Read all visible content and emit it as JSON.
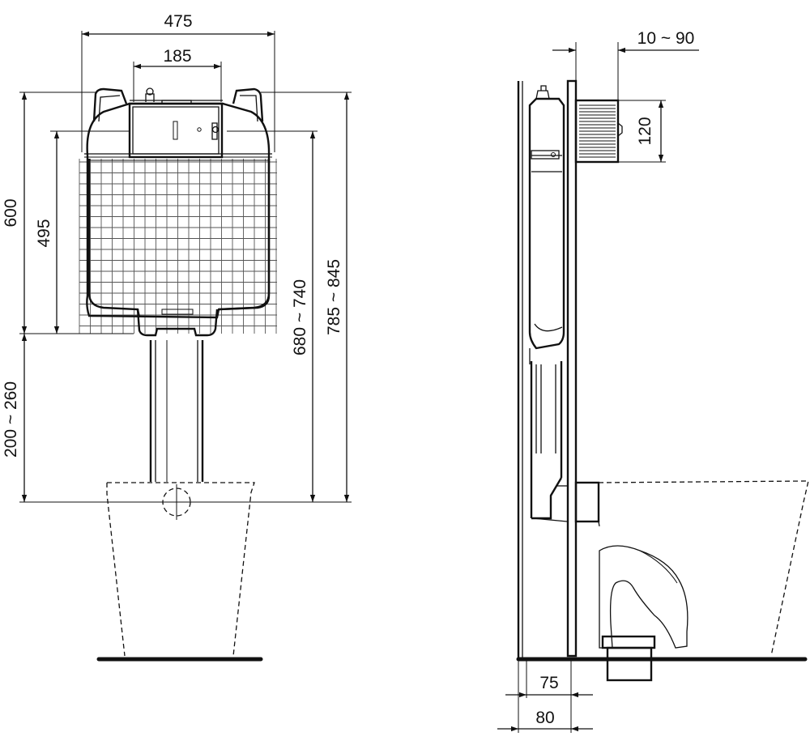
{
  "front_view": {
    "dim_total_width": "475",
    "dim_inner_width": "185",
    "dim_tank_height": "600",
    "dim_inner_height": "495",
    "dim_outlet_height": "200 ~ 260",
    "dim_mid_height": "680 ~ 740",
    "dim_full_height": "785 ~ 845"
  },
  "side_view": {
    "dim_offset": "10 ~ 90",
    "dim_box_height": "120",
    "dim_depth_inner": "75",
    "dim_depth_outer": "80"
  }
}
